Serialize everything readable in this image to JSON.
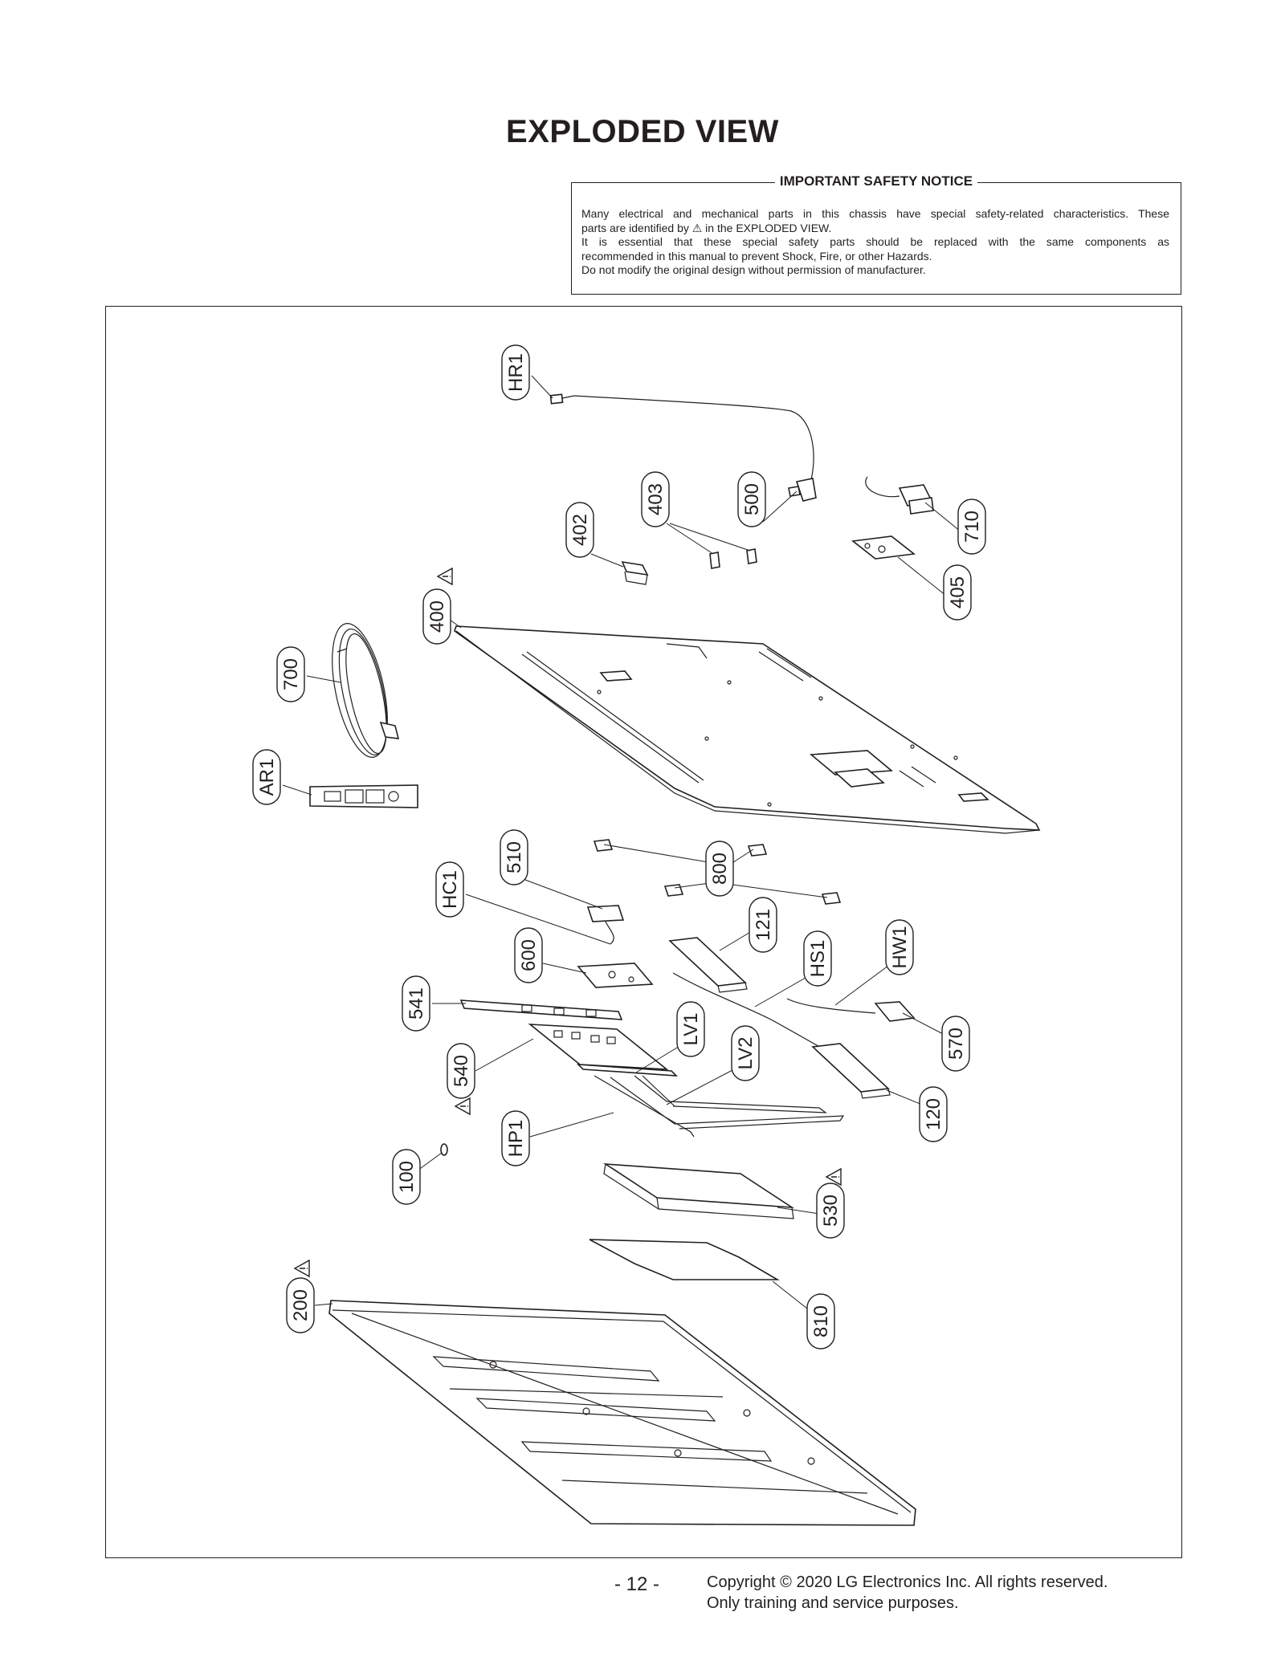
{
  "page": {
    "title": "EXPLODED VIEW",
    "page_number": "- 12 -",
    "copyright_line1": "Copyright © 2020 LG Electronics Inc. All rights reserved.",
    "copyright_line2": "Only training and service purposes."
  },
  "notice": {
    "heading": "IMPORTANT SAFETY NOTICE",
    "lines": [
      "Many electrical and mechanical parts in this chassis have special safety-related characteristics. These",
      "parts are identified by ⚠ in the EXPLODED VIEW.",
      "It is essential that these special safety parts should be replaced with the same components as",
      "recommended in this manual to prevent Shock, Fire, or other Hazards.",
      "Do not modify the original design without permission of manufacturer."
    ]
  },
  "callouts": [
    {
      "label": "HR1",
      "safety": false
    },
    {
      "label": "403",
      "safety": false
    },
    {
      "label": "500",
      "safety": false
    },
    {
      "label": "402",
      "safety": false
    },
    {
      "label": "710",
      "safety": false
    },
    {
      "label": "405",
      "safety": false
    },
    {
      "label": "400",
      "safety": true
    },
    {
      "label": "700",
      "safety": false
    },
    {
      "label": "AR1",
      "safety": false
    },
    {
      "label": "510",
      "safety": false
    },
    {
      "label": "800",
      "safety": false
    },
    {
      "label": "HC1",
      "safety": false
    },
    {
      "label": "121",
      "safety": false
    },
    {
      "label": "600",
      "safety": false
    },
    {
      "label": "HS1",
      "safety": false
    },
    {
      "label": "HW1",
      "safety": false
    },
    {
      "label": "541",
      "safety": false
    },
    {
      "label": "LV1",
      "safety": false
    },
    {
      "label": "LV2",
      "safety": false
    },
    {
      "label": "570",
      "safety": false
    },
    {
      "label": "540",
      "safety": true
    },
    {
      "label": "120",
      "safety": false
    },
    {
      "label": "HP1",
      "safety": false
    },
    {
      "label": "100",
      "safety": false
    },
    {
      "label": "530",
      "safety": true
    },
    {
      "label": "810",
      "safety": false
    },
    {
      "label": "200",
      "safety": true
    }
  ]
}
